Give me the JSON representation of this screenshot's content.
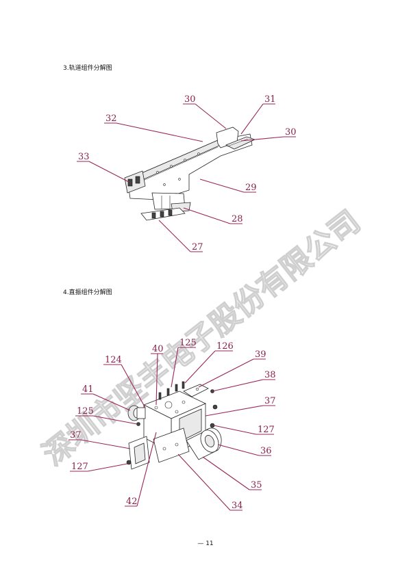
{
  "sections": [
    {
      "heading": "3.轨道组件分解图"
    },
    {
      "heading": "4.直振组件分解图"
    }
  ],
  "rail_callouts": [
    "30",
    "31",
    "32",
    "30",
    "33",
    "29",
    "28",
    "27"
  ],
  "vibrator_callouts": [
    "125",
    "126",
    "124",
    "40",
    "39",
    "38",
    "41",
    "37",
    "125",
    "127",
    "37",
    "36",
    "127",
    "35",
    "42",
    "34"
  ],
  "watermark": "深圳市坚丰电子股份有限公司",
  "page_number": "— 11",
  "colors": {
    "callout": "#8a1f4a",
    "leader": "#9a2357",
    "watermark": "#cfcfcf"
  }
}
